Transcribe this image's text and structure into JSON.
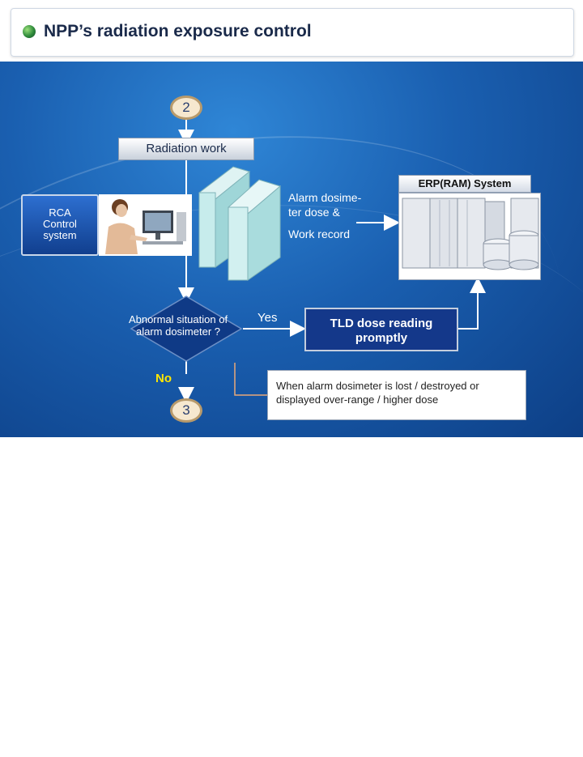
{
  "header": {
    "title": "NPP’s radiation exposure control"
  },
  "steps": {
    "start": "2",
    "end": "3"
  },
  "process": {
    "radiation_work": "Radiation work",
    "rca_system": "RCA\nControl\nsystem",
    "alarm_line1": "Alarm dosime-",
    "alarm_line2": "ter dose &",
    "work_record": "Work record",
    "erp_system": "ERP(RAM) System",
    "decision": "Abnormal situation of alarm dosimeter ?",
    "yes": "Yes",
    "no": "No",
    "tld": "TLD dose reading promptly",
    "note": "When alarm dosimeter is lost / destroyed or displayed over-range / higher dose"
  },
  "icons": {
    "bullet": "green-sphere-bullet-icon",
    "person": "person-at-computer-icon",
    "dosimeter": "dosimeter-device-icon",
    "server": "server-rack-icon",
    "disk": "disk-storage-icon"
  },
  "colors": {
    "background": "#1a5fb0",
    "tld_box": "#14388a",
    "no_label": "#ffe600",
    "connector": "#e8a878"
  }
}
